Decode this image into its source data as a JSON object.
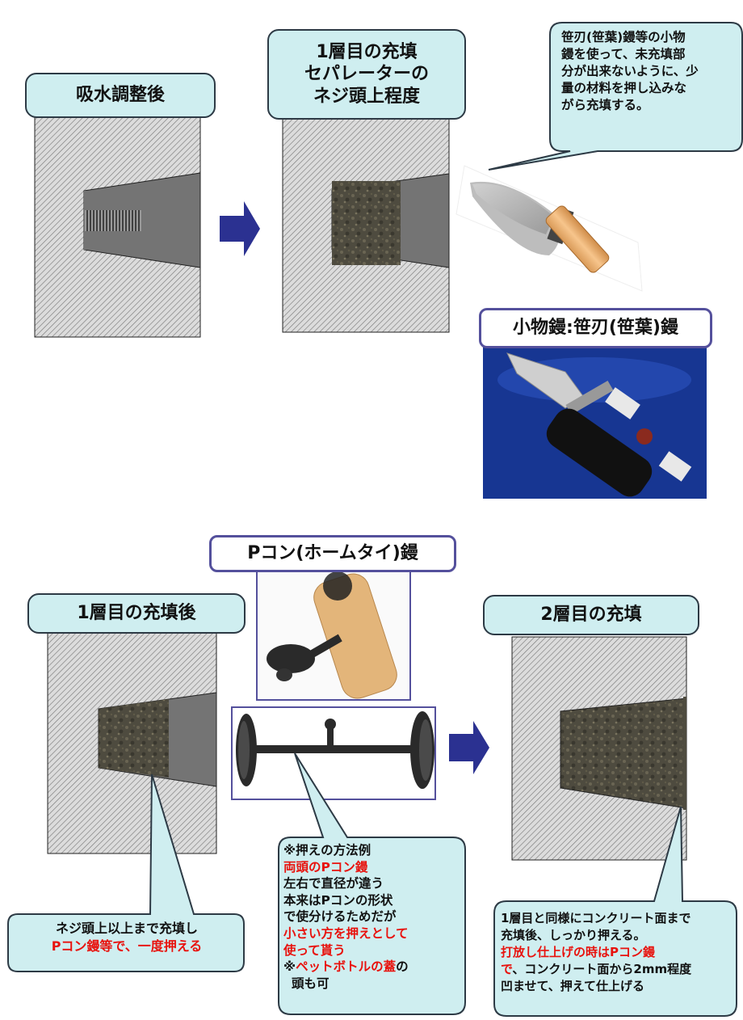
{
  "top": {
    "label_before": "吸水調整後",
    "label_first_fill": [
      "1層目の充填",
      "セパレーターの",
      "ネジ頭上程度"
    ],
    "callout_lines": [
      "笹刃(笹葉)鏝等の小物",
      "鏝を使って、未充填部",
      "分が出来ないように、少",
      "量の材料を押し込みな",
      "がら充填する。"
    ],
    "photo_label": "小物鏝:笹刃(笹葉)鏝"
  },
  "bottom": {
    "label_after_first": "1層目の充填後",
    "pcon_label": "Pコン(ホームタイ)鏝",
    "label_second": "2層目の充填",
    "left_callout": {
      "line1": "ネジ頭上以上まで充填し",
      "line2": "Pコン鏝等で、一度押える"
    },
    "middle_callout": {
      "l1": "※押えの方法例",
      "l2": "両頭のPコン鏝",
      "l3": "左右で直径が違う",
      "l4": "本来はPコンの形状",
      "l5": "で使分けるためだが",
      "l6": "小さい方を押えとして",
      "l7": "使って貰う",
      "l8_mark": "※",
      "l8_red": "ペットボトルの蓋",
      "l8_tail": "の",
      "l9": "頭も可"
    },
    "right_callout": {
      "l1": "1層目と同様にコンクリート面まで",
      "l2": "充填後、しっかり押える。",
      "l3": "打放し仕上げの時はPコン鏝",
      "l4_red": "で",
      "l4_tail": "、コンクリート面から2mm程度",
      "l5": "凹ませて、押えて仕上げる"
    }
  },
  "colors": {
    "label_fill": "#cfeef0",
    "arrow_fill": "#2b3191",
    "emphasis_red": "#e8120d",
    "mortar_dark": "#4c4a3e",
    "photo_blue": "#1b3c9e"
  }
}
